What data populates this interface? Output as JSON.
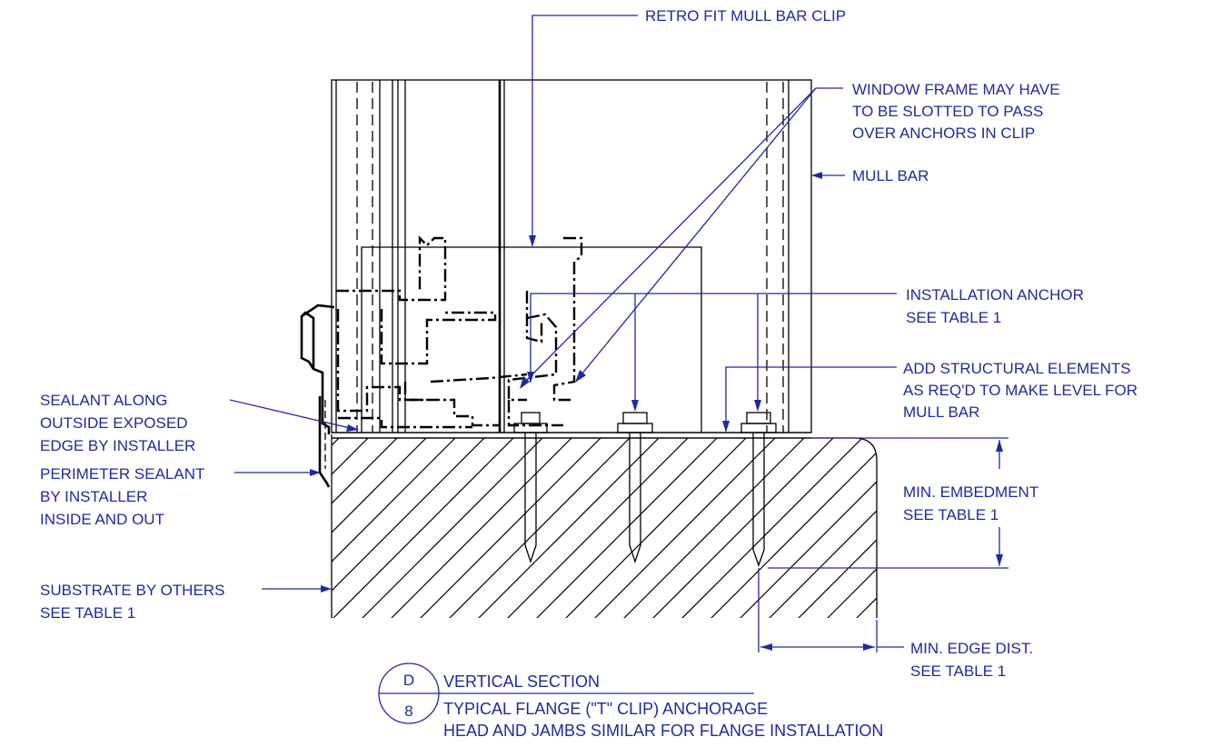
{
  "callouts": {
    "retro_fit_clip": "RETRO FIT MULL BAR CLIP",
    "window_frame_1": "WINDOW FRAME MAY HAVE",
    "window_frame_2": "TO BE SLOTTED TO PASS",
    "window_frame_3": "OVER ANCHORS IN CLIP",
    "mull_bar": "MULL BAR",
    "install_anchor_1": "INSTALLATION ANCHOR",
    "install_anchor_2": "SEE TABLE 1",
    "structural_1": "ADD STRUCTURAL ELEMENTS",
    "structural_2": "AS REQ'D TO MAKE LEVEL FOR",
    "structural_3": "MULL BAR",
    "sealant_edge_1": "SEALANT ALONG",
    "sealant_edge_2": "OUTSIDE EXPOSED",
    "sealant_edge_3": "EDGE BY INSTALLER",
    "perimeter_1": "PERIMETER SEALANT",
    "perimeter_2": "BY INSTALLER",
    "perimeter_3": "INSIDE AND OUT",
    "embedment_1": "MIN. EMBEDMENT",
    "embedment_2": "SEE TABLE 1",
    "substrate_1": "SUBSTRATE BY OTHERS",
    "substrate_2": "SEE TABLE 1",
    "edge_dist_1": "MIN. EDGE DIST.",
    "edge_dist_2": "SEE TABLE 1"
  },
  "title_block": {
    "detail_letter": "D",
    "sheet_number": "8",
    "title": "VERTICAL SECTION",
    "subtitle_1": "TYPICAL FLANGE (\"T\" CLIP) ANCHORAGE",
    "subtitle_2": "HEAD AND JAMBS SIMILAR FOR FLANGE INSTALLATION"
  },
  "colors": {
    "annotation": "#1f2a9e",
    "linework": "#000000"
  }
}
